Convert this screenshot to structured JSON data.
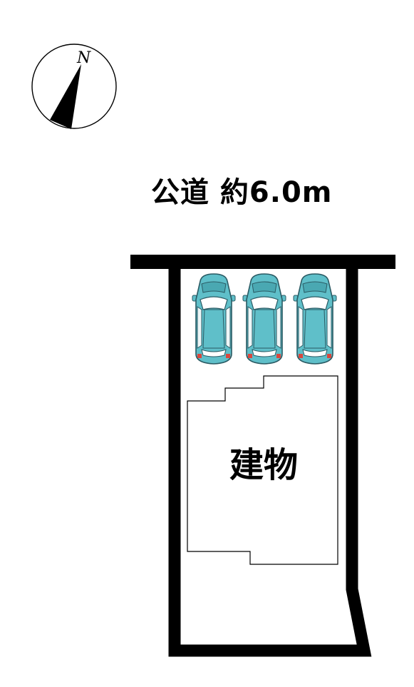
{
  "compass": {
    "north_label": "N"
  },
  "road": {
    "label": "公道 約6.0m"
  },
  "building": {
    "label": "建物"
  },
  "parking": {
    "car_count": 3
  },
  "colors": {
    "car_body": "#5fbfc9",
    "car_outline": "#2a5a63",
    "lines": "#000000",
    "tail_light": "#d8473e"
  }
}
